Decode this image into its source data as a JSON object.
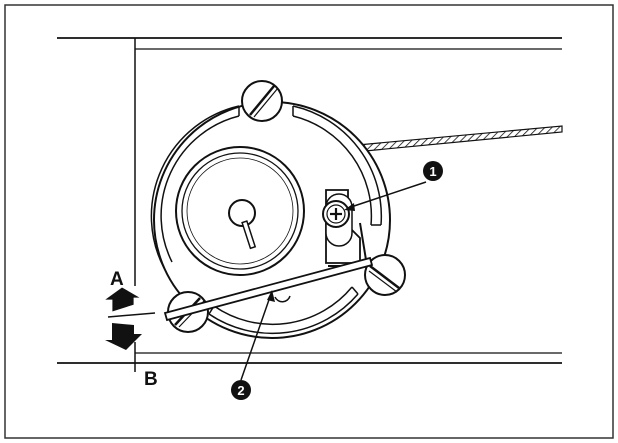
{
  "diagram": {
    "labels": {
      "direction_up": "A",
      "direction_down": "B",
      "callout_1": "1",
      "callout_2": "2"
    },
    "colors": {
      "line": "#111111",
      "background": "#ffffff",
      "frame": "#333333"
    },
    "icons": {
      "arrow_up": "arrow-up-icon",
      "arrow_down": "arrow-down-icon",
      "screw": "screw-icon"
    }
  }
}
